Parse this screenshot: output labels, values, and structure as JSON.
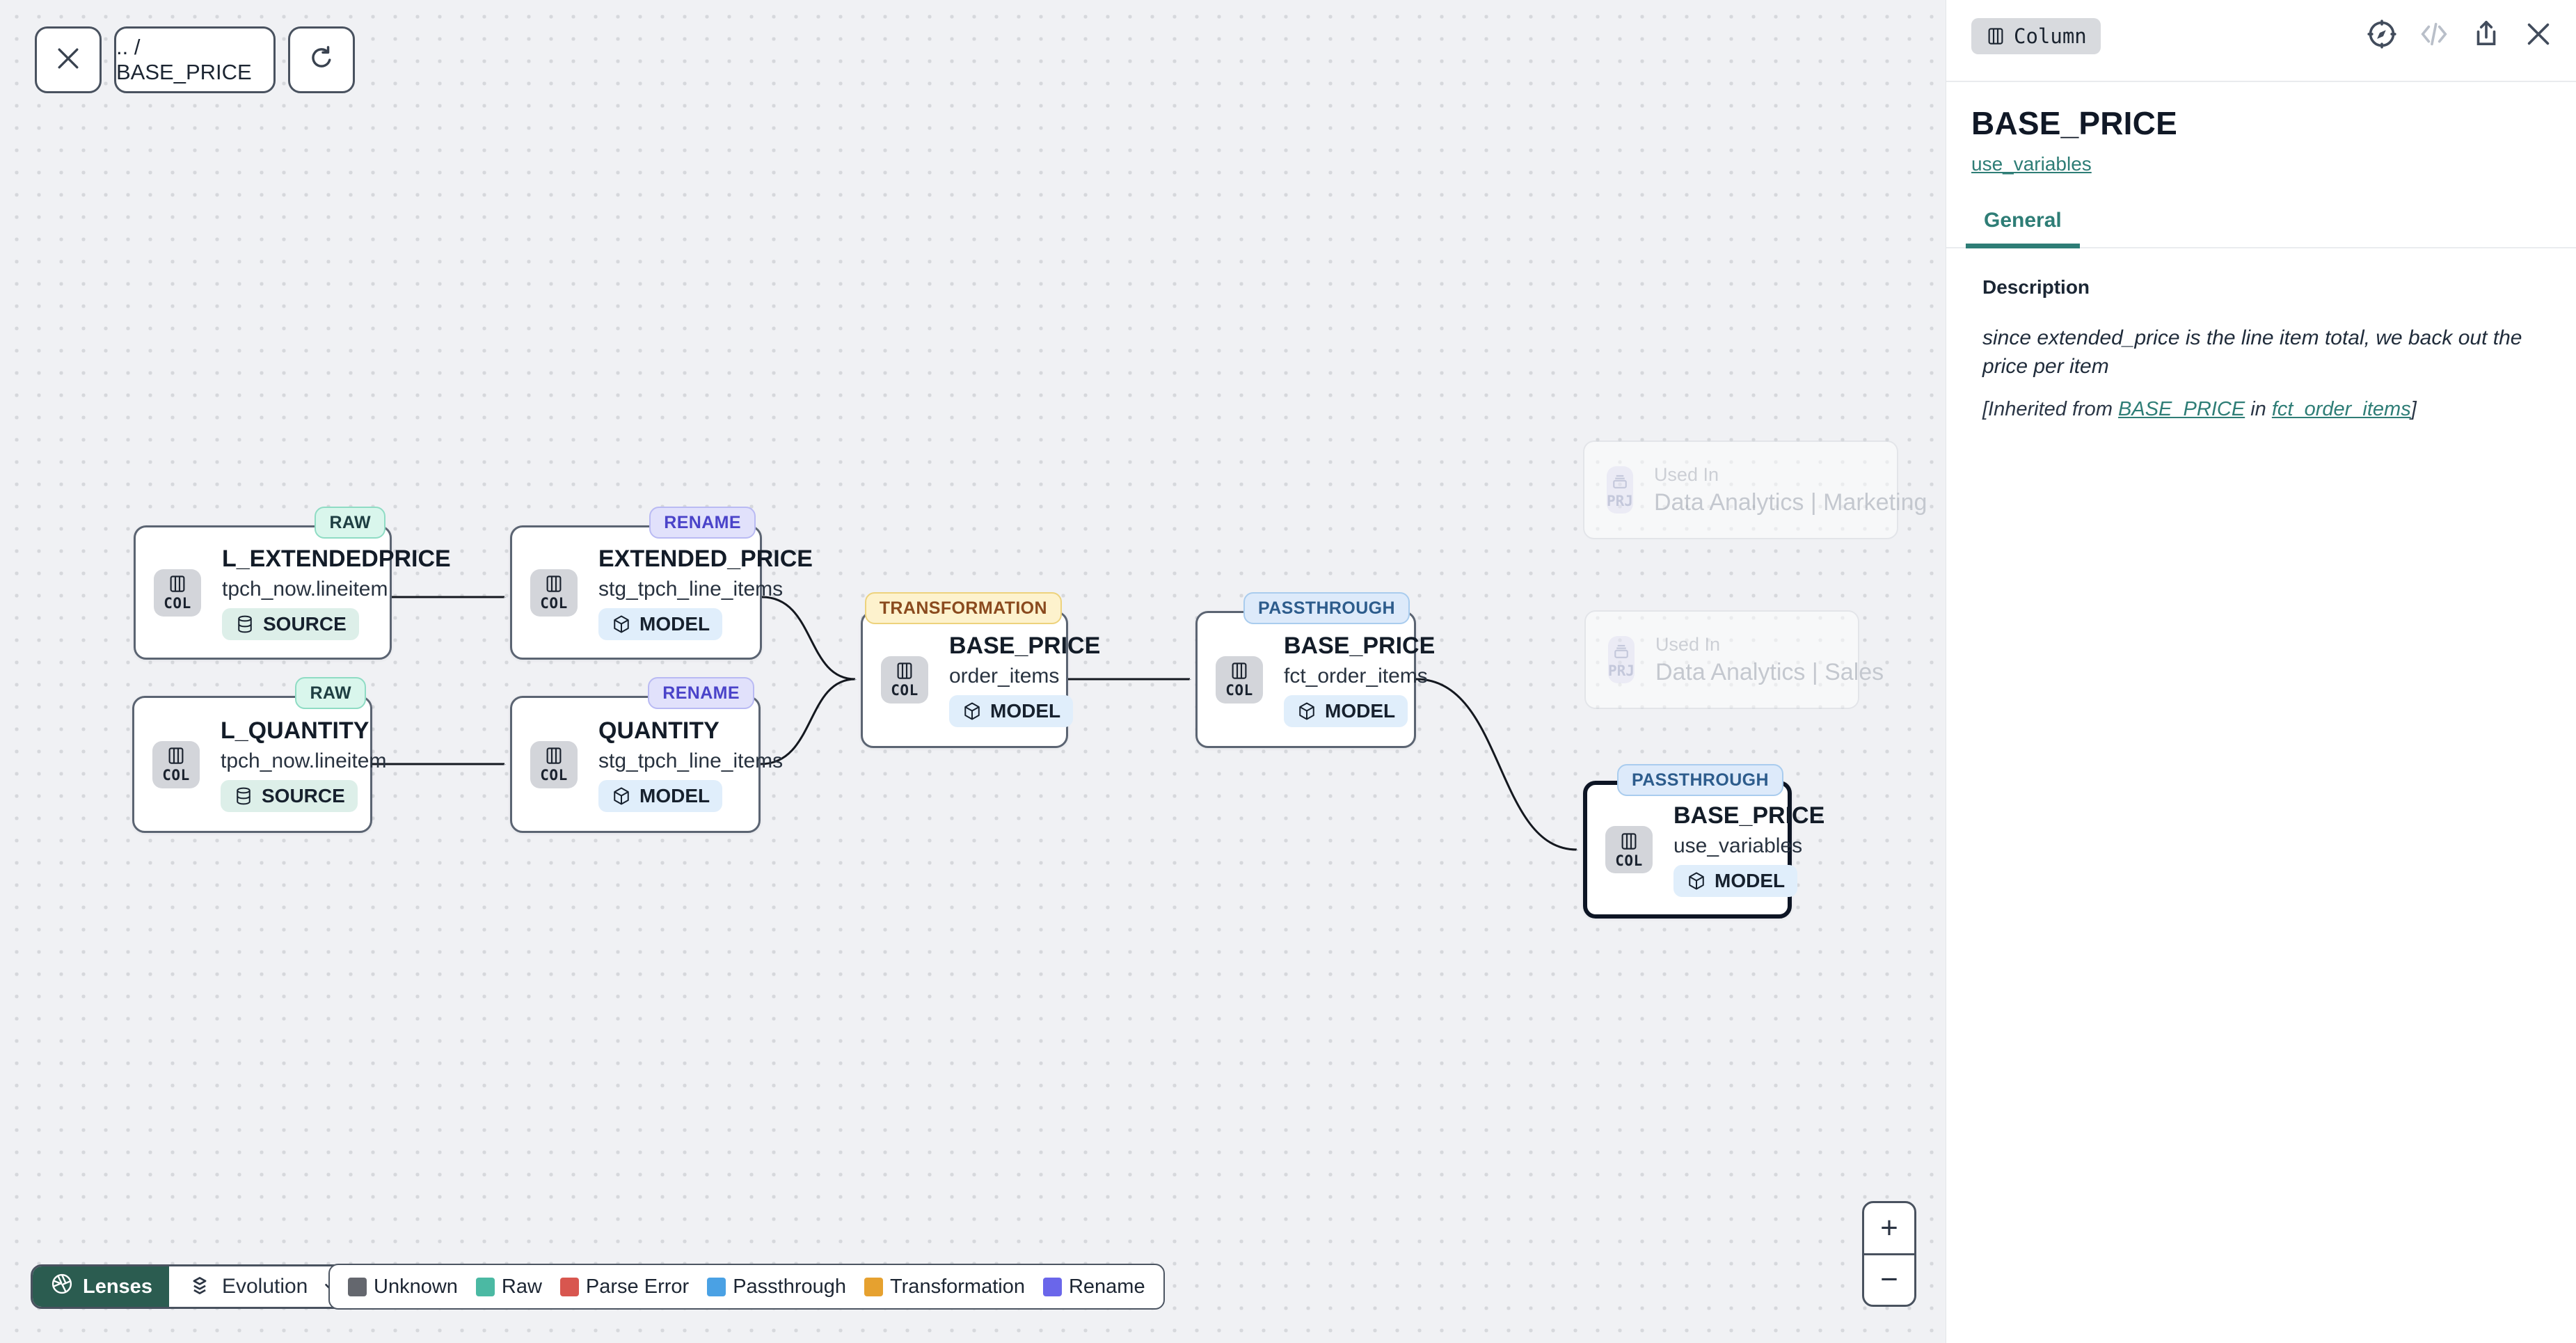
{
  "toolbar": {
    "breadcrumb": ".. / BASE_PRICE"
  },
  "canvas": {
    "nodes": [
      {
        "badge": "RAW",
        "kind": "COL",
        "title": "L_EXTENDEDPRICE",
        "subtitle": "tpch_now.lineitem",
        "type_label": "SOURCE"
      },
      {
        "badge": "RENAME",
        "kind": "COL",
        "title": "EXTENDED_PRICE",
        "subtitle": "stg_tpch_line_items",
        "type_label": "MODEL"
      },
      {
        "badge": "RAW",
        "kind": "COL",
        "title": "L_QUANTITY",
        "subtitle": "tpch_now.lineitem",
        "type_label": "SOURCE"
      },
      {
        "badge": "RENAME",
        "kind": "COL",
        "title": "QUANTITY",
        "subtitle": "stg_tpch_line_items",
        "type_label": "MODEL"
      },
      {
        "badge": "TRANSFORMATION",
        "kind": "COL",
        "title": "BASE_PRICE",
        "subtitle": "order_items",
        "type_label": "MODEL"
      },
      {
        "badge": "PASSTHROUGH",
        "kind": "COL",
        "title": "BASE_PRICE",
        "subtitle": "fct_order_items",
        "type_label": "MODEL"
      },
      {
        "badge": "PASSTHROUGH",
        "kind": "COL",
        "title": "BASE_PRICE",
        "subtitle": "use_variables",
        "type_label": "MODEL",
        "selected": true
      }
    ],
    "projects": [
      {
        "kind": "PRJ",
        "label": "Used In",
        "name": "Data Analytics | Marketing"
      },
      {
        "kind": "PRJ",
        "label": "Used In",
        "name": "Data Analytics | Sales"
      }
    ],
    "lenses": {
      "label": "Lenses",
      "selected_lens": "Evolution"
    },
    "legend": [
      {
        "label": "Unknown",
        "color": "#64676e"
      },
      {
        "label": "Raw",
        "color": "#4bb9a3"
      },
      {
        "label": "Parse Error",
        "color": "#d8564f"
      },
      {
        "label": "Passthrough",
        "color": "#4aa1e4"
      },
      {
        "label": "Transformation",
        "color": "#e6a12f"
      },
      {
        "label": "Rename",
        "color": "#6a66ea"
      }
    ],
    "zoom": {
      "in": "+",
      "out": "−"
    }
  },
  "panel": {
    "type_badge": "Column",
    "title": "BASE_PRICE",
    "subtitle_link": "use_variables",
    "tab": "General",
    "description": {
      "heading": "Description",
      "body": "since extended_price is the line item total, we back out the price per item",
      "inherited_prefix": "[Inherited from ",
      "inherited_link1": "BASE_PRICE",
      "inherited_mid": " in ",
      "inherited_link2": "fct_order_items",
      "inherited_suffix": "]"
    }
  },
  "colors": {
    "accent_teal": "#2e7d76",
    "lenses_green": "#2b5c50",
    "edge": "#14181f",
    "badge_raw_bg": "#d9f6ec",
    "badge_rename_bg": "#e1e1fb",
    "badge_transformation_bg": "#fdf2cd",
    "badge_passthrough_bg": "#ddeafa"
  }
}
